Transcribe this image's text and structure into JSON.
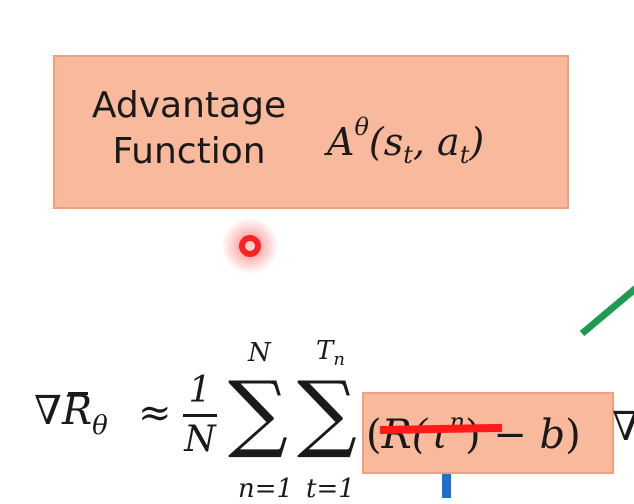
{
  "advantage_box": {
    "label_line1": "Advantage",
    "label_line2": "Function",
    "func_base": "A",
    "func_sup": "θ",
    "func_open": "(s",
    "func_sub1": "t",
    "func_mid": ", a",
    "func_sub2": "t",
    "func_close": ")"
  },
  "formula": {
    "nabla": "∇",
    "r": "R",
    "r_sub": "θ",
    "approx": "≈",
    "frac_num": "1",
    "frac_den": "N",
    "sum_symbol": "∑",
    "sum1_top": "N",
    "sum1_bottom": "n=1",
    "sum2_top": "T",
    "sum2_top_sub": "n",
    "sum2_bottom": "t=1",
    "inner_open": "(",
    "inner_r": "R",
    "inner_tau_open": "(τ",
    "inner_sup": "n",
    "inner_rest": ") − ",
    "inner_b": "b",
    "inner_close": ")",
    "trailing": "∇"
  },
  "colors": {
    "box_fill": "#f8b99c",
    "box_border": "#f0a07d",
    "strike": "#ff1a1a",
    "laser": "#ff2020",
    "green_line": "#1e9a52",
    "blue_line": "#1f6fd0"
  }
}
